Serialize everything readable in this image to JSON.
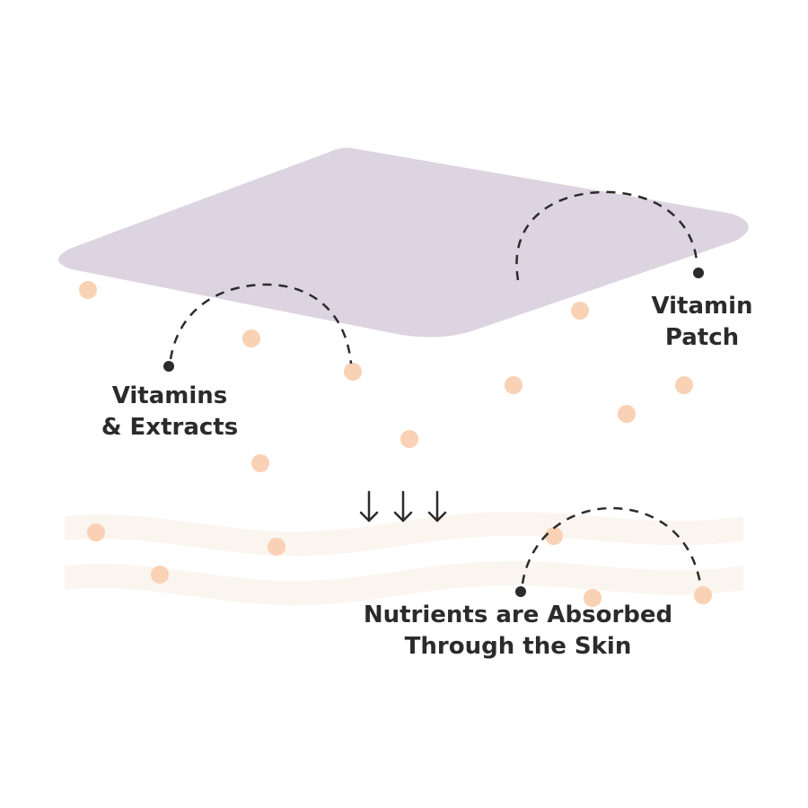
{
  "diagram": {
    "labels": {
      "vitamin_patch": [
        "Vitamin",
        "Patch"
      ],
      "vitamins_extracts": [
        "Vitamins",
        "& Extracts"
      ],
      "absorbed": [
        "Nutrients are Absorbed",
        "Through the Skin"
      ]
    },
    "colors": {
      "patch": "#dcd4e0",
      "skin": "#fbf5ef",
      "particle": "#f9d1b4",
      "ink": "#2b2b2b"
    },
    "arrow_count": 3
  }
}
